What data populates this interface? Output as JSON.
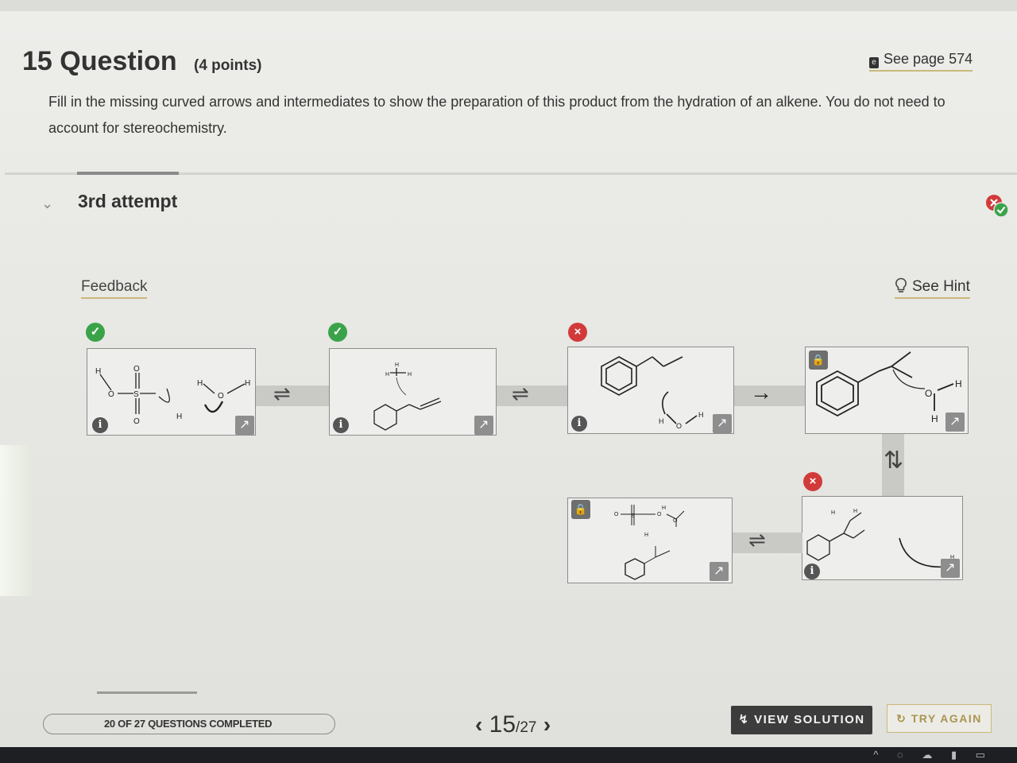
{
  "header": {
    "number": "15",
    "title": "Question",
    "points": "(4 points)",
    "see_page": "See page 574",
    "instructions": "Fill in the missing curved arrows and intermediates to show the preparation of this product from the hydration of an alkene. You do not need to account for stereochemistry."
  },
  "attempt": {
    "label": "3rd attempt",
    "feedback_link": "Feedback",
    "hint_link": "See Hint"
  },
  "panels": [
    {
      "id": "step-1",
      "status": "correct",
      "atoms": [
        "H",
        "O",
        "S",
        "O",
        "O",
        "H",
        "O",
        "H",
        "H"
      ]
    },
    {
      "id": "step-2",
      "status": "correct",
      "atoms": [
        "H",
        "H",
        "H"
      ]
    },
    {
      "id": "step-3",
      "status": "incorrect",
      "atoms": [
        "H",
        "O",
        "H"
      ]
    },
    {
      "id": "step-4",
      "status": "locked",
      "atoms": [
        "O",
        "H",
        "H"
      ]
    },
    {
      "id": "step-5",
      "status": "incorrect",
      "atoms": [
        "H",
        "H",
        "H"
      ]
    },
    {
      "id": "step-6",
      "status": "locked",
      "atoms": [
        "O",
        "S",
        "O",
        "H",
        "O",
        "H"
      ]
    }
  ],
  "symbols": {
    "ok": "✓",
    "bad": "×",
    "info": "i",
    "lock": "🔒",
    "equilibrium": "⇌",
    "forward": "→"
  },
  "footer": {
    "progress": "20 OF 27 QUESTIONS COMPLETED",
    "progress_fraction": 0.74,
    "current": "15",
    "total": "/27",
    "view_solution": "VIEW SOLUTION",
    "try_again": "TRY AGAIN"
  },
  "colors": {
    "correct": "#3aa34a",
    "incorrect": "#d23a3a",
    "accent": "#c9b97a",
    "dark_button": "#3c3c3c"
  }
}
